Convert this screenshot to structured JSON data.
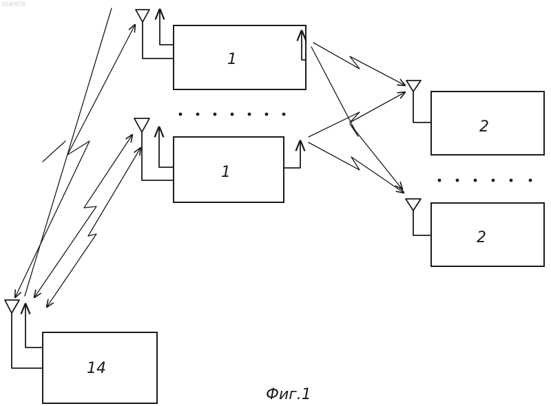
{
  "page_mark": "1640576",
  "figure_caption": "Фиг.1",
  "blocks": {
    "repeater_1": {
      "label": "1"
    },
    "repeater_2": {
      "label": "1"
    },
    "terminal_1": {
      "label": "2"
    },
    "terminal_2": {
      "label": "2"
    },
    "base_station": {
      "label": "14"
    }
  },
  "colors": {
    "ink": "#1a1a1a",
    "paper": "#ffffff"
  }
}
